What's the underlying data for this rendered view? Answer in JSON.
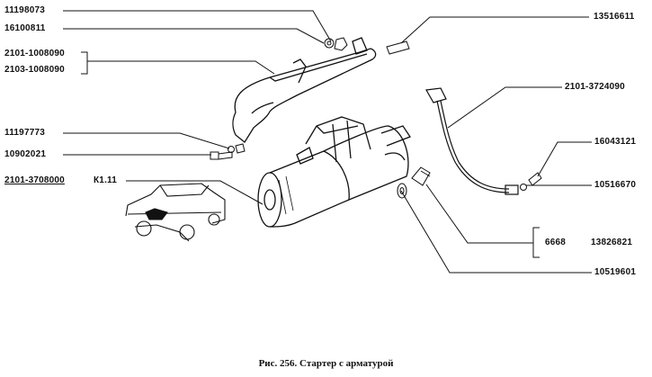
{
  "labels": {
    "l_11198073": "11198073",
    "l_16100811": "16100811",
    "l_2101_1008090": "2101-1008090",
    "l_2103_1008090": "2103-1008090",
    "l_11197773": "11197773",
    "l_10902021": "10902021",
    "l_2101_3708000": "2101-3708000",
    "l_k111": "К1.11",
    "l_13516611": "13516611",
    "l_2101_3724090": "2101-3724090",
    "l_16043121": "16043121",
    "l_10516670": "10516670",
    "l_6668": "6668",
    "l_13826821": "13826821",
    "l_10519601": "10519601"
  },
  "caption": "Рис. 256. Стартер с арматурой"
}
